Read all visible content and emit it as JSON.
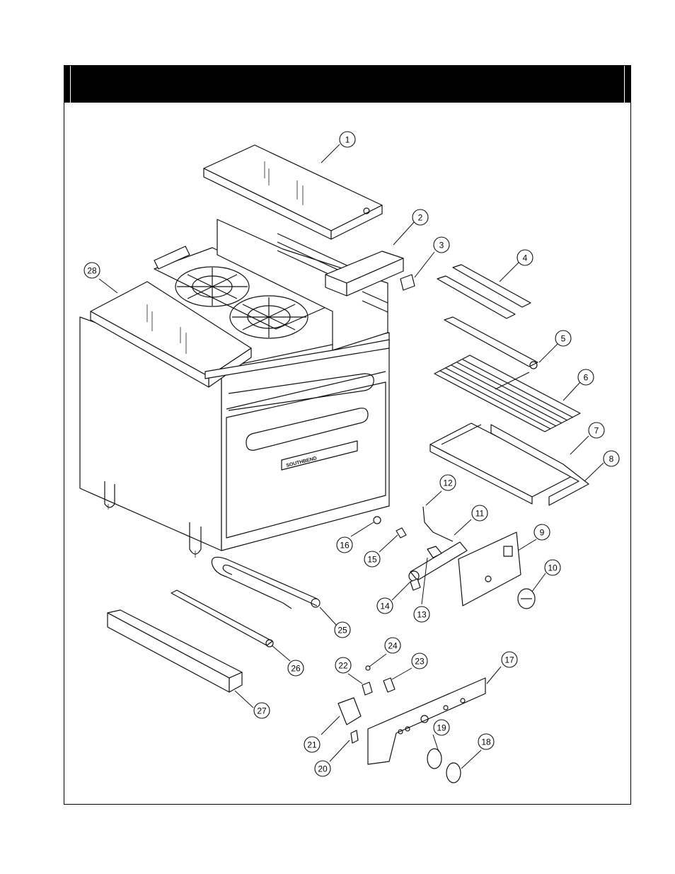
{
  "page": {
    "title": ""
  },
  "diagram": {
    "brand_plate": "SOUTHBEND",
    "part_labels": [
      "1",
      "2",
      "3",
      "4",
      "5",
      "6",
      "7",
      "8",
      "9",
      "10",
      "11",
      "12",
      "13",
      "14",
      "15",
      "16",
      "17",
      "18",
      "19",
      "20",
      "21",
      "22",
      "23",
      "24",
      "25",
      "26",
      "27",
      "28"
    ]
  }
}
